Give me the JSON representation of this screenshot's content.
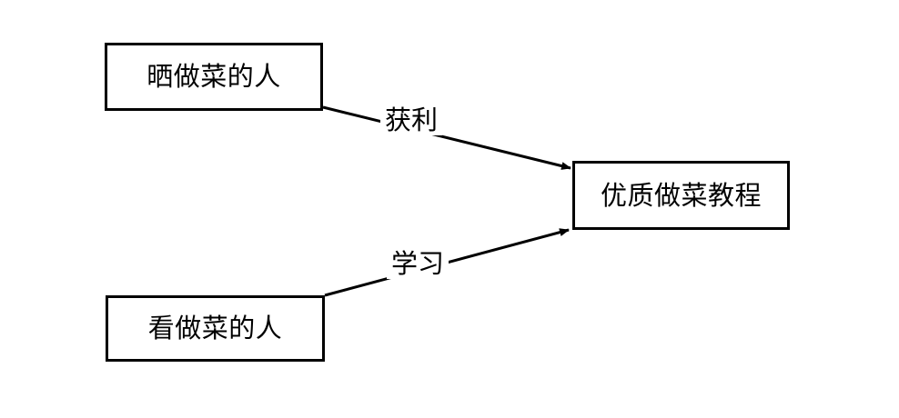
{
  "diagram": {
    "title": "",
    "background_color": "#ffffff",
    "stroke_color": "#000000",
    "text_color": "#000000",
    "nodes": [
      {
        "id": "producer",
        "label": "晒做菜的人"
      },
      {
        "id": "tutorial",
        "label": "优质做菜教程"
      },
      {
        "id": "viewer",
        "label": "看做菜的人"
      }
    ],
    "edges": [
      {
        "id": "profit",
        "label": "获利",
        "from": "producer",
        "to": "tutorial"
      },
      {
        "id": "learn",
        "label": "学习",
        "from": "viewer",
        "to": "tutorial"
      }
    ]
  }
}
